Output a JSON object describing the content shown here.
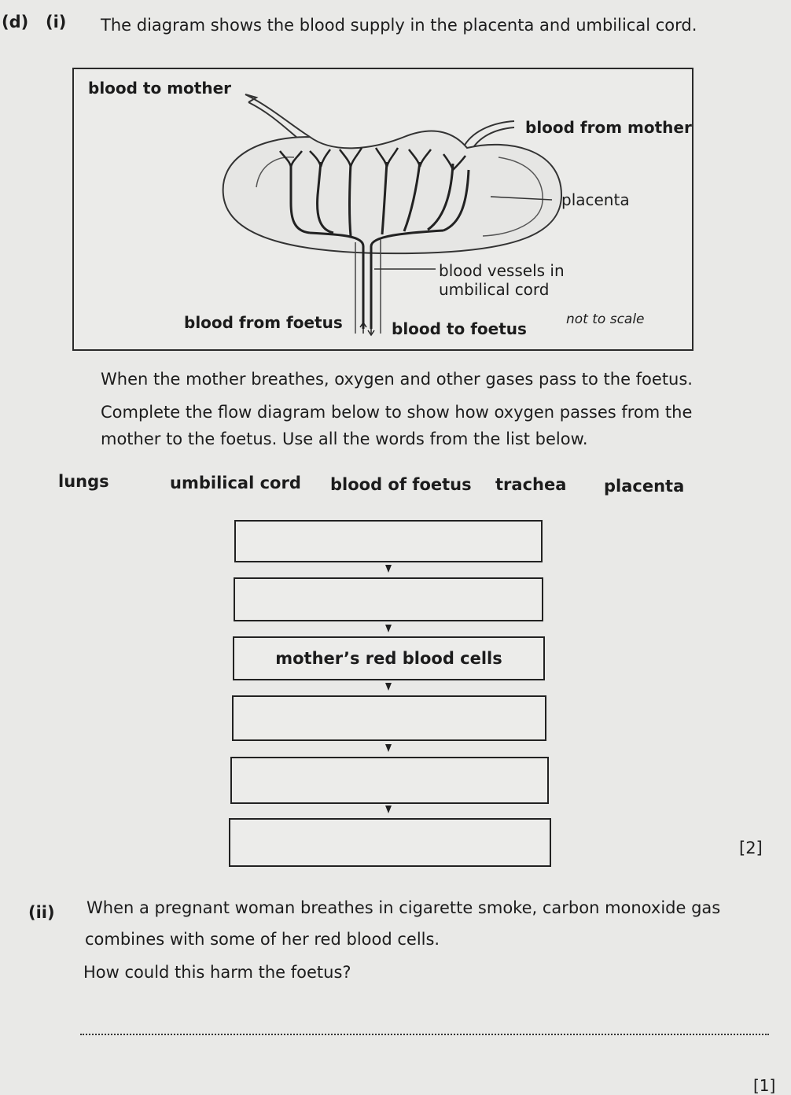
{
  "question": {
    "part_label": "(d)",
    "sub_label": "(i)",
    "intro": "The diagram shows the blood supply in the placenta and umbilical cord."
  },
  "diagram": {
    "labels": {
      "blood_to_mother": "blood to mother",
      "blood_from_mother": "blood from mother",
      "placenta": "placenta",
      "vessels_line1": "blood vessels in",
      "vessels_line2": "umbilical cord",
      "blood_from_foetus": "blood from foetus",
      "blood_to_foetus": "blood to foetus",
      "not_to_scale": "not to scale"
    }
  },
  "instructions": {
    "line1": "When the mother breathes, oxygen and other gases pass to the foetus.",
    "line2": "Complete the flow diagram below to show how oxygen passes from the",
    "line3": "mother to the foetus. Use all the words from the list below."
  },
  "word_list": [
    "lungs",
    "umbilical cord",
    "blood of foetus",
    "trachea",
    "placenta"
  ],
  "flow_boxes": [
    "",
    "",
    "mother’s red blood cells",
    "",
    "",
    ""
  ],
  "marks_i": "[2]",
  "part_ii": {
    "label": "(ii)",
    "line1": "When a pregnant woman breathes in cigarette smoke, carbon monoxide gas",
    "line2": "combines with some of her red blood cells.",
    "line3": "How could this harm the foetus?"
  },
  "marks_ii": "[1]"
}
